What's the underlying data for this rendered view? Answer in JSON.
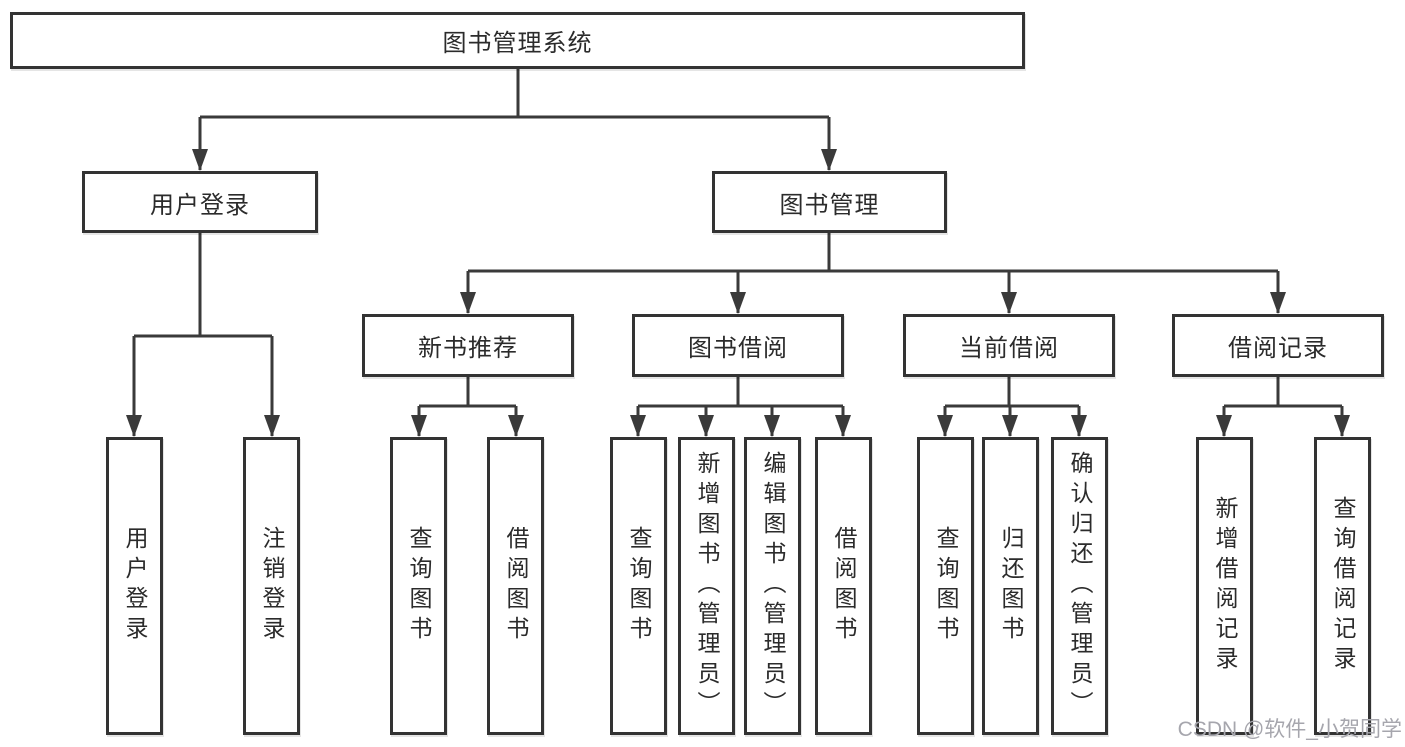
{
  "colors": {
    "line": "#3a3a3a",
    "box_border": "#333333",
    "text": "#2b2b2b",
    "watermark": "#a6a6ad",
    "background": "#ffffff"
  },
  "watermark": {
    "text": "CSDN @软件_小贺同学"
  },
  "tree": {
    "root": {
      "label": "图书管理系统"
    },
    "branches": [
      {
        "label": "用户登录",
        "children": [
          {
            "label": "用户登录"
          },
          {
            "label": "注销登录"
          }
        ]
      },
      {
        "label": "图书管理",
        "children": [
          {
            "label": "新书推荐",
            "children": [
              {
                "label": "查询图书"
              },
              {
                "label": "借阅图书"
              }
            ]
          },
          {
            "label": "图书借阅",
            "children": [
              {
                "label": "查询图书"
              },
              {
                "label": "新增图书（管理员）"
              },
              {
                "label": "编辑图书（管理员）"
              },
              {
                "label": "借阅图书"
              }
            ]
          },
          {
            "label": "当前借阅",
            "children": [
              {
                "label": "查询图书"
              },
              {
                "label": "归还图书"
              },
              {
                "label": "确认归还（管理员）"
              }
            ]
          },
          {
            "label": "借阅记录",
            "children": [
              {
                "label": "新增借阅记录"
              },
              {
                "label": "查询借阅记录"
              }
            ]
          }
        ]
      }
    ]
  }
}
